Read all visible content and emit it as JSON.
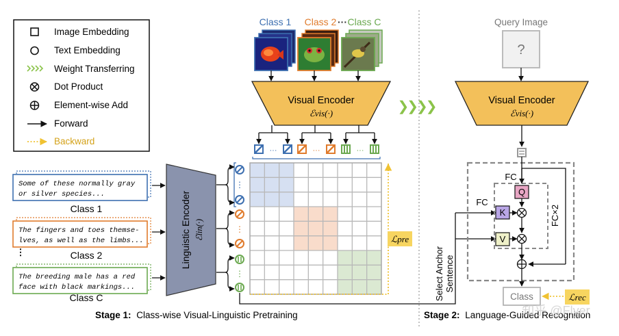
{
  "legend": {
    "image_embedding": "Image Embedding",
    "text_embedding": "Text Embedding",
    "weight_transferring": "Weight Transferring",
    "dot_product": "Dot Product",
    "element_wise_add": "Element-wise Add",
    "forward": "Forward",
    "backward": "Backward"
  },
  "stage1": {
    "class_labels_top": [
      "Class 1",
      "Class 2",
      "Class C"
    ],
    "class_dots": "···",
    "visual_encoder_title": "Visual Encoder",
    "visual_encoder_formula": "ℰvis(·)",
    "linguistic_encoder_title": "Linguistic Encoder",
    "linguistic_encoder_formula": "ℰlin(·)",
    "sentences": [
      {
        "line1": "Some of these normally gray",
        "line2": "or silver species...",
        "label": "Class 1",
        "color": "#3d6fb0"
      },
      {
        "line1": "The fingers and toes themse-",
        "line2": "lves, as well as the limbs...",
        "label": "Class 2",
        "color": "#e07b2c"
      },
      {
        "line1": "The breeding male has a red",
        "line2": "face with black markings...",
        "label": "Class C",
        "color": "#6aa84f"
      }
    ],
    "vertical_dots": "⋮",
    "loss_pre": "ℒpre",
    "caption_bold": "Stage 1:",
    "caption_rest": "Class-wise Visual-Linguistic Pretraining"
  },
  "stage2": {
    "query_label": "Query Image",
    "query_mark": "?",
    "visual_encoder_title": "Visual Encoder",
    "visual_encoder_formula": "ℰvis(·)",
    "fc_top": "FC",
    "fc_left": "FC",
    "q": "Q",
    "k": "K",
    "v": "V",
    "fc_x2": "FC×2",
    "select_anchor": [
      "Select Anchor",
      "Sentence"
    ],
    "class_box": "Class",
    "loss_rec": "ℒrec",
    "caption_bold": "Stage 2:",
    "caption_rest": "Language-Guided Recognition"
  },
  "transfer_arrows": "❯❯❯❯",
  "watermark": "知乎 @Flyer",
  "colors": {
    "blue": "#3d6fb0",
    "orange": "#e07b2c",
    "green": "#6aa84f",
    "encoder_fill": "#f3c05a",
    "linguistic_fill": "#8a93ad",
    "loss_fill": "#f7d560"
  }
}
